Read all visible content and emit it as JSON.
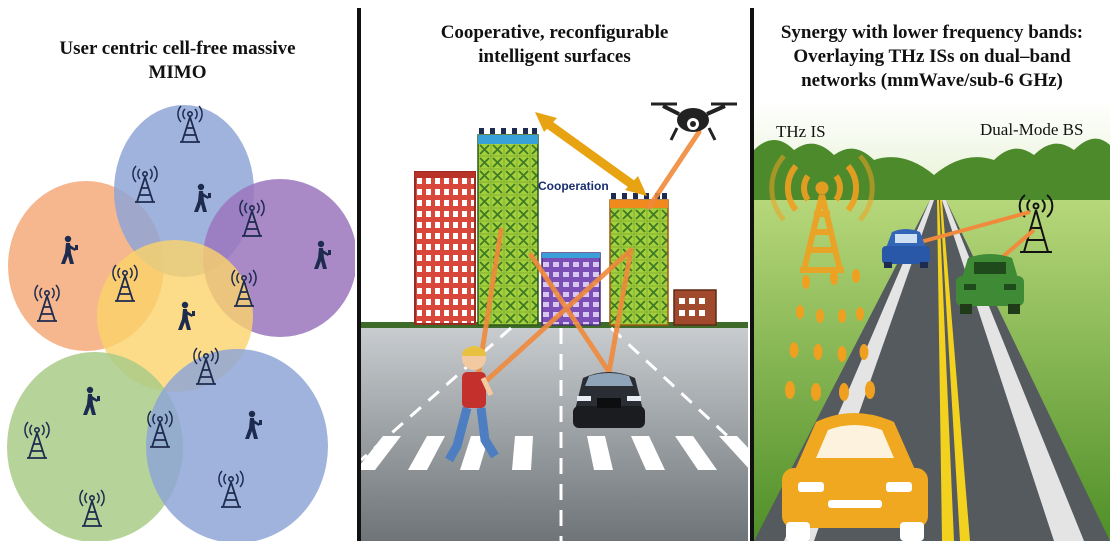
{
  "panels": {
    "left": {
      "title_line1": "User centric cell-free massive",
      "title_line2": "MIMO"
    },
    "middle": {
      "title_line1": "Cooperative, reconfigurable",
      "title_line2": "intelligent surfaces",
      "cooperation_label": "Cooperation"
    },
    "right": {
      "title_line1": "Synergy with lower frequency bands:",
      "title_line2": "Overlaying THz ISs on dual–band",
      "title_line3": "networks (mmWave/sub-6 GHz)",
      "thz_label": "THz IS",
      "bs_label": "Dual-Mode BS"
    }
  },
  "colors": {
    "cluster_orange": "#f4a97a",
    "cluster_blue": "#8fa6d6",
    "cluster_purple": "#a07cc0",
    "cluster_yellow": "#fbd36a",
    "cluster_green": "#a9cb87",
    "cluster_blue2": "#8fa6d6",
    "icon_dark": "#1d2b4f",
    "beam": "#f08a3c",
    "thz": "#f0a020",
    "divider": "#111111"
  },
  "icons": [
    "antenna-tower-icon",
    "user-phone-icon",
    "drone-icon",
    "car-icon",
    "pedestrian-icon",
    "building-icon"
  ]
}
